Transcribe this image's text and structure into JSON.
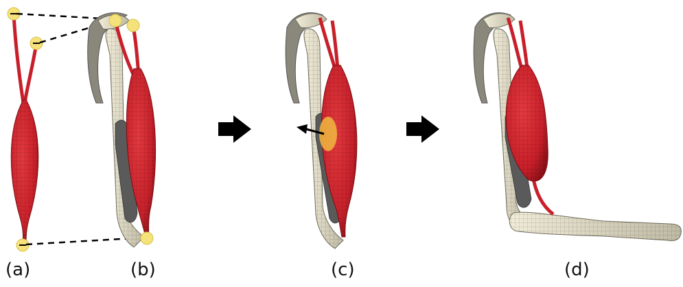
{
  "figure": {
    "panels": [
      {
        "id": "a",
        "label": "(a)"
      },
      {
        "id": "b",
        "label": "(b)"
      },
      {
        "id": "c",
        "label": "(c)"
      },
      {
        "id": "d",
        "label": "(d)"
      }
    ],
    "colors": {
      "muscle": "#c8202a",
      "muscle_dark": "#8e1118",
      "bone": "#dcd8c2",
      "bone_edge": "#6f6b5c",
      "sheet": "#5a5a5a",
      "attachment_marker": "#f6e27a",
      "contact_region": "#f0b840",
      "arrow": "#000000"
    },
    "icons": [
      "attachment-marker-icon",
      "flow-arrow-icon",
      "force-arrow-icon"
    ]
  }
}
